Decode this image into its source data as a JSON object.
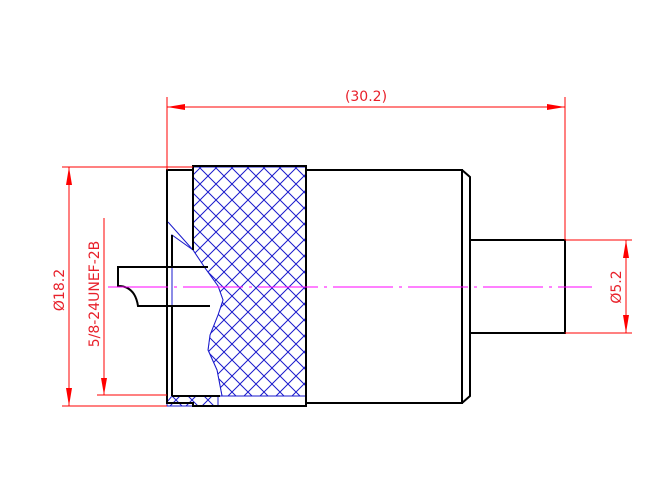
{
  "drawing": {
    "overall_length_label": "(30.2)",
    "outer_diameter_label": "Ø18.2",
    "thread_label": "5/8-24UNEF-2B",
    "rear_diameter_label": "Ø5.2"
  },
  "colors": {
    "dimension": "#ff0000",
    "outline": "#000000",
    "hatch": "#1a1acc",
    "centerline": "#ff00ff"
  }
}
